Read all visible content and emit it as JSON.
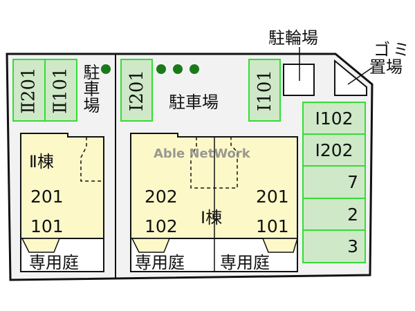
{
  "labels": {
    "parking": "駐車場",
    "bicycle_parking": "駐輪場",
    "garbage_line1": "ゴミ",
    "garbage_line2": "置場",
    "private_garden": "専用庭",
    "building_2": "Ⅱ棟",
    "building_1": "Ⅰ棟",
    "watermark": "Able NetWork"
  },
  "spaces": {
    "left": [
      "Ⅱ201",
      "Ⅱ101"
    ],
    "center": "Ⅰ201",
    "top_right": "Ⅰ101",
    "right_column": [
      "Ⅰ102",
      "Ⅰ202",
      "7",
      "2",
      "3"
    ]
  },
  "units": {
    "building_2": [
      "201",
      "101"
    ],
    "building_1_left": [
      "202",
      "102"
    ],
    "building_1_right": [
      "201",
      "101"
    ]
  },
  "colors": {
    "parking_fill": "#cfe8c8",
    "parking_border": "#33dd33",
    "building_fill": "#fdf8c8",
    "tree": "#1a7a1a",
    "lot": "#f2f2f2"
  }
}
